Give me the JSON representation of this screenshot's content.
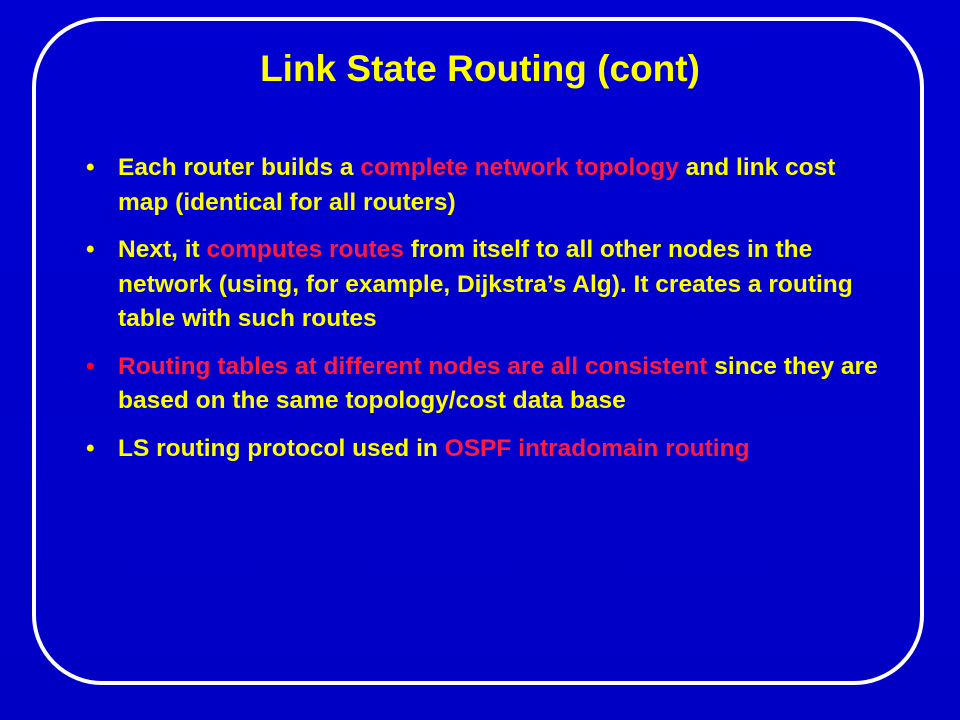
{
  "slide": {
    "title": "Link State Routing (cont)",
    "bullet_glyph": "•",
    "bullets": [
      {
        "segments": [
          {
            "text": "Each router builds a ",
            "color": "yellow"
          },
          {
            "text": "complete network topology",
            "color": "red"
          },
          {
            "text": " and link cost map (identical for all routers)",
            "color": "yellow"
          }
        ]
      },
      {
        "segments": [
          {
            "text": "Next, it ",
            "color": "yellow"
          },
          {
            "text": "computes routes",
            "color": "red"
          },
          {
            "text": " from itself to all other nodes in the network (using, for example, Dijkstra’s Alg). It creates a routing table with such routes",
            "color": "yellow"
          }
        ]
      },
      {
        "segments": [
          {
            "text": "Routing tables at different nodes are all consistent",
            "color": "red"
          },
          {
            "text": " since they are based on the same topology/cost data base",
            "color": "yellow"
          }
        ]
      },
      {
        "segments": [
          {
            "text": "LS routing protocol used in ",
            "color": "yellow"
          },
          {
            "text": "OSPF intradomain routing",
            "color": "red"
          }
        ]
      }
    ]
  },
  "colors": {
    "background": "#0000c8",
    "frame": "#ffffff",
    "title": "#ffff00",
    "text": "#ffff00",
    "highlight": "#ff1a40"
  }
}
